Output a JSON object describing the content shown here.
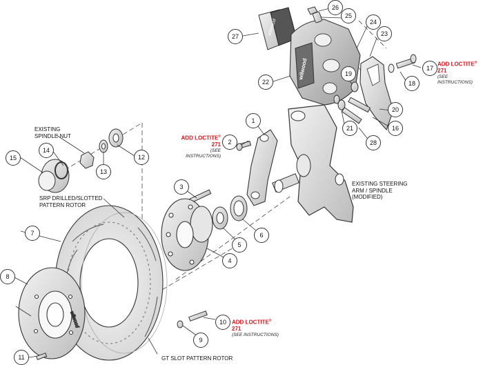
{
  "callouts": [
    "1",
    "2",
    "3",
    "4",
    "5",
    "6",
    "7",
    "8",
    "9",
    "10",
    "11",
    "12",
    "13",
    "14",
    "15",
    "16",
    "17",
    "18",
    "19",
    "20",
    "21",
    "22",
    "23",
    "24",
    "25",
    "26",
    "27",
    "28"
  ],
  "loctite": {
    "label": "ADD LOCTITE",
    "mark": "®",
    "number": "271",
    "instructions": "(SEE INSTRUCTIONS)"
  },
  "labels": {
    "spindle_nut_1": "EXISTING",
    "spindle_nut_2": "SPINDLE NUT",
    "steering_1": "EXISTING STEERING",
    "steering_2": "ARM / SPINDLE",
    "steering_3": "(MODIFIED)",
    "srp_1": "SRP DRILLED/SLOTTED",
    "srp_2": "PATTERN ROTOR",
    "gt_slot": "GT SLOT PATTERN ROTOR"
  },
  "brand": {
    "caliper_logo": "wilwood",
    "pad_logo": "wilwood",
    "hat_logo": "wilwood"
  },
  "colors": {
    "line": "#333333",
    "accent_red": "#d8141c",
    "metal_light": "#ececec",
    "metal_mid": "#cfcfcf",
    "metal_dark": "#8a8a8a"
  }
}
